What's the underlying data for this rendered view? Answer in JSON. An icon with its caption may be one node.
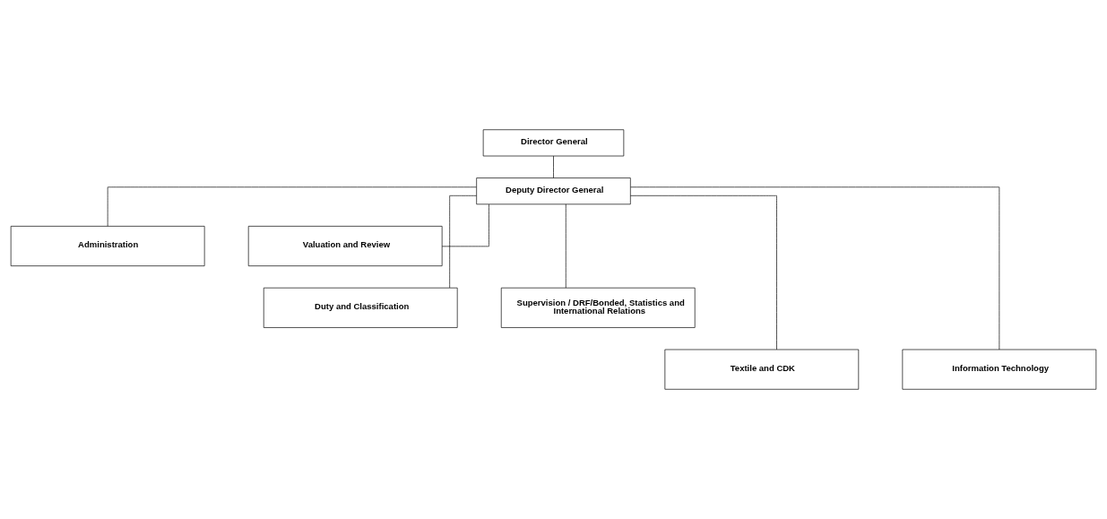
{
  "diagram": {
    "nodes": [
      {
        "text": [
          "Director General"
        ]
      },
      {
        "text": [
          "Deputy Director General"
        ]
      },
      {
        "text": [
          "Administration"
        ]
      },
      {
        "text": [
          "Valuation and Review"
        ]
      },
      {
        "text": [
          "Duty and Classification"
        ]
      },
      {
        "text": [
          "Supervision / DRF/Bonded, Statistics and International Relations"
        ]
      },
      {
        "text": [
          "Textile and CDK"
        ]
      },
      {
        "text": [
          "Information Technology"
        ]
      }
    ],
    "edges": [
      {
        "from": 0,
        "to": 1,
        "arrow": "none"
      },
      {
        "from": 1,
        "to": 2,
        "arrow": "none"
      },
      {
        "from": 1,
        "to": 3,
        "arrow": "none"
      },
      {
        "from": 1,
        "to": 4,
        "arrow": "none"
      },
      {
        "from": 1,
        "to": 5,
        "arrow": "none"
      },
      {
        "from": 1,
        "to": 6,
        "arrow": "none"
      },
      {
        "from": 1,
        "to": 7,
        "arrow": "none"
      }
    ]
  }
}
